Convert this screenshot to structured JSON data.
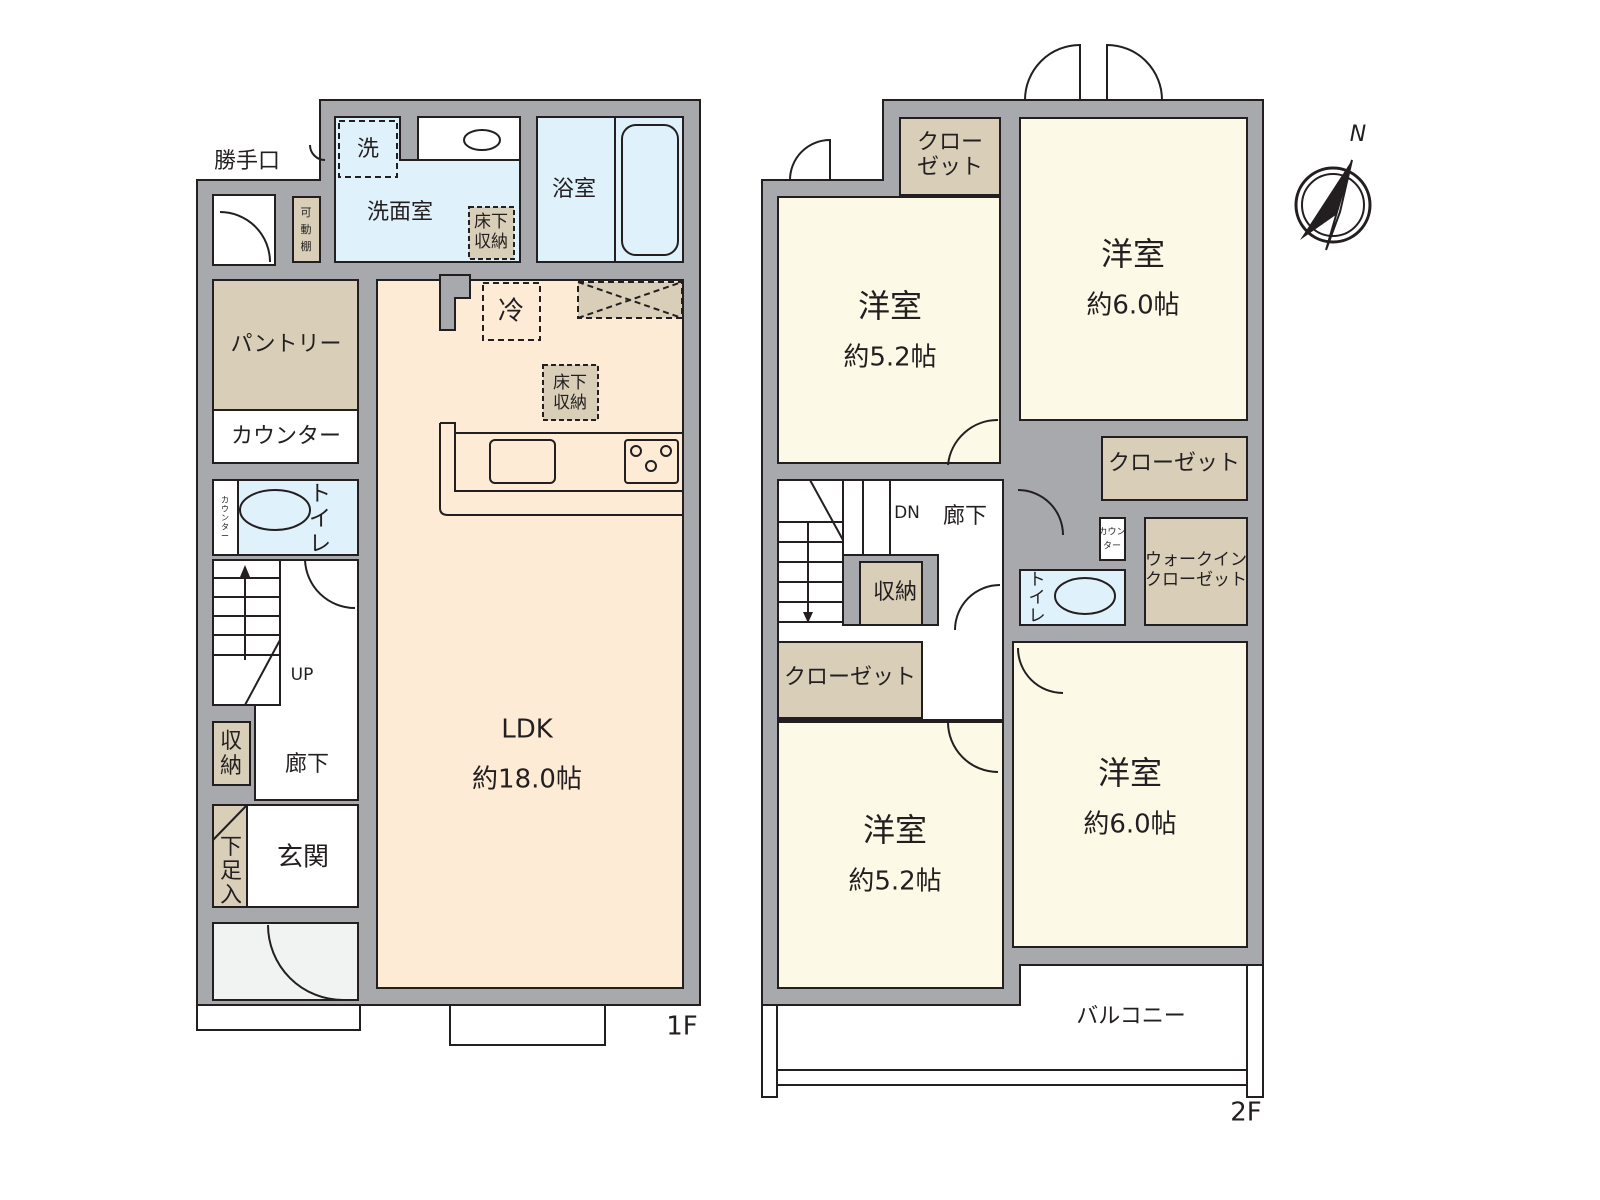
{
  "floor1": {
    "label": "1F",
    "rooms": {
      "back_door": "勝手口",
      "washer": "洗",
      "washroom": "洗面室",
      "adjustable_shelf": [
        "可",
        "動",
        "棚"
      ],
      "underfloor_storage_wash": [
        "床下",
        "収納"
      ],
      "bathroom": "浴室",
      "pantry": "パントリー",
      "counter": "カウンター",
      "toilet": [
        "ト",
        "イ",
        "レ"
      ],
      "toilet_counter": [
        "カ",
        "ウ",
        "ン",
        "タ",
        "ー"
      ],
      "stairs_up": "UP",
      "storage": [
        "収",
        "納"
      ],
      "hallway": "廊下",
      "entrance": "玄関",
      "shoe_storage": [
        "下",
        "足",
        "入"
      ],
      "fridge": "冷",
      "underfloor_storage_kitchen": [
        "床下",
        "収納"
      ],
      "ldk_name": "LDK",
      "ldk_size": "約18.0帖"
    }
  },
  "floor2": {
    "label": "2F",
    "rooms": {
      "western_room_nw_name": "洋室",
      "western_room_nw_size": "約5.2帖",
      "closet_small": [
        "クロー",
        "ゼット"
      ],
      "western_room_ne_name": "洋室",
      "western_room_ne_size": "約6.0帖",
      "closet_ne": "クローゼット",
      "hallway": "廊下",
      "stairs_down": "DN",
      "storage": "収納",
      "toilet": [
        "ト",
        "イ",
        "レ"
      ],
      "toilet_counter": [
        "カウン",
        "ター"
      ],
      "walk_in_closet": [
        "ウォークイン",
        "クローゼット"
      ],
      "closet_sw": "クローゼット",
      "western_room_sw_name": "洋室",
      "western_room_sw_size": "約5.2帖",
      "western_room_se_name": "洋室",
      "western_room_se_size": "約6.0帖",
      "balcony": "バルコニー"
    }
  },
  "compass": {
    "north_label": "N"
  },
  "colors": {
    "wall": "#a7a9ac",
    "wet_area": "#dff1fb",
    "ldk": "#fdebd5",
    "bedroom": "#fdf9e7",
    "storage": "#d9cfb8"
  }
}
